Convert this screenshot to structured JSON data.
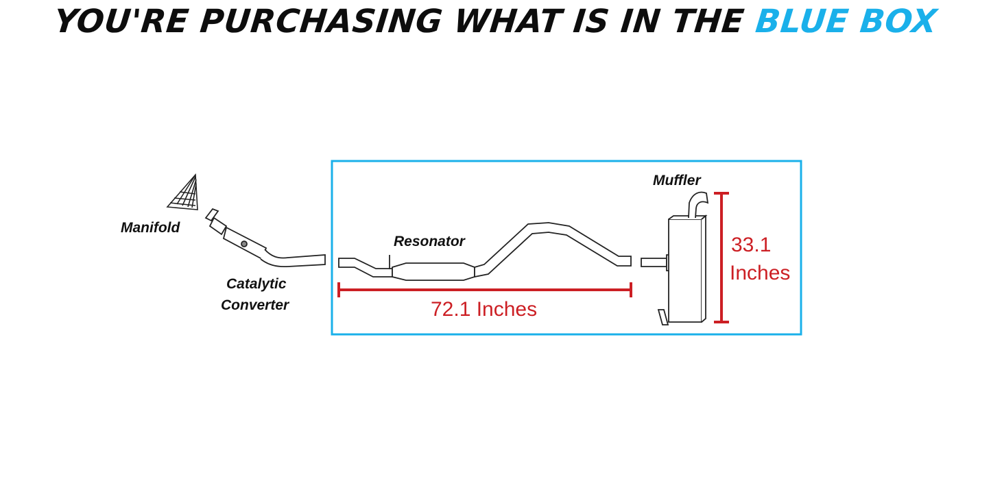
{
  "headline": {
    "prefix": "YOU'RE PURCHASING WHAT IS IN THE ",
    "highlight": "BLUE BOX"
  },
  "labels": {
    "manifold": "Manifold",
    "catalytic_line1": "Catalytic",
    "catalytic_line2": "Converter",
    "resonator": "Resonator",
    "muffler": "Muffler"
  },
  "dimensions": {
    "length": "72.1 Inches",
    "height_line1": "33.1",
    "height_line2": "Inches"
  },
  "colors": {
    "box": "#1ab0ea",
    "dimension": "#cc1f24",
    "headline": "#0d0d0d"
  }
}
